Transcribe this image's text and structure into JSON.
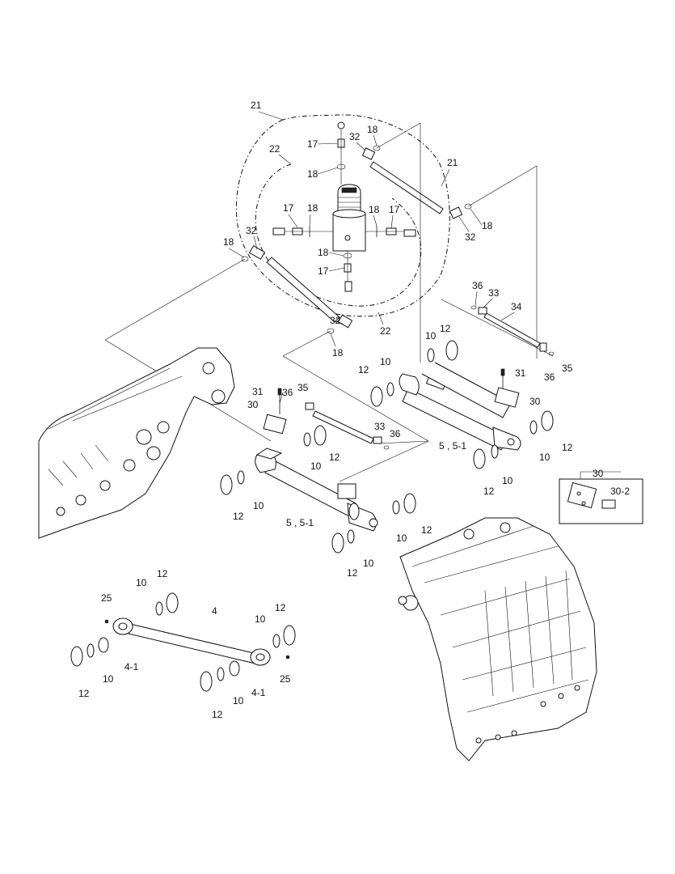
{
  "callouts": {
    "c21a": "21",
    "c22a": "22",
    "c17a": "17",
    "c32a": "32",
    "c18a": "18",
    "c21b": "21",
    "c18b": "18",
    "c17b": "17",
    "c18c": "18",
    "c18d": "18",
    "c17c": "17",
    "c18e": "18",
    "c32b": "32",
    "c18f": "18",
    "c32c": "32",
    "c18g": "18",
    "c17d": "17",
    "c32d": "32",
    "c18h": "18",
    "c22b": "22",
    "c36a": "36",
    "c33a": "33",
    "c34": "34",
    "c10a": "10",
    "c12a": "12",
    "c10b": "10",
    "c12b": "12",
    "c31a": "31",
    "c36b": "36",
    "c35a": "35",
    "c30a": "30",
    "c31b": "31",
    "c30b": "30",
    "c36c": "36",
    "c35b": "35",
    "c33b": "33",
    "c36d": "36",
    "c12c": "12",
    "c10c": "10",
    "c551a": "5 , 5-1",
    "c10d": "10",
    "c12d": "12",
    "c12e": "12",
    "c10e": "10",
    "c12f": "12",
    "c10f": "10",
    "c551b": "5 , 5-1",
    "c10g": "10",
    "c12g": "12",
    "c10h": "10",
    "c12h": "12",
    "c30c": "30",
    "c302": "30-2",
    "c12i": "12",
    "c10i": "10",
    "c25a": "25",
    "c4": "4",
    "c12j": "12",
    "c10j": "10",
    "c12k": "12",
    "c10k": "10",
    "c41a": "4-1",
    "c25b": "25",
    "c12l": "12",
    "c10l": "10",
    "c41b": "4-1"
  },
  "icons": {
    "fitting": "hydraulic-fitting",
    "oring": "o-ring",
    "washer": "flat-washer",
    "bushing": "bushing",
    "cylinder": "hydraulic-cylinder",
    "valve": "check-valve-block",
    "swivel": "rotary-swivel-joint",
    "link": "connecting-link",
    "grapple-arm": "grapple-arm"
  },
  "colors": {
    "line": "#111111",
    "background": "#ffffff"
  }
}
